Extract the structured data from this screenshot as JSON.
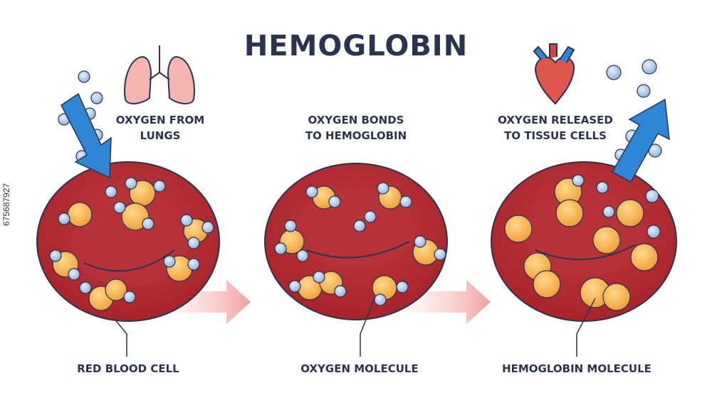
{
  "title": "HEMOGLOBIN",
  "captions": {
    "lungs": [
      "OXYGEN FROM",
      "LUNGS"
    ],
    "bonds": [
      "OXYGEN BONDS",
      "TO HEMOGLOBIN"
    ],
    "released": [
      "OXYGEN RELEASED",
      "TO TISSUE CELLS"
    ]
  },
  "labels": {
    "red_blood_cell": "RED BLOOD CELL",
    "oxygen_molecule": "OXYGEN MOLECULE",
    "hemoglobin_molecule": "HEMOGLOBIN MOLECULE"
  },
  "stock_id": "675687927",
  "colors": {
    "cell": "#a8242b",
    "cell_dark": "#7e1b22",
    "cell_outline": "#2a3350",
    "hemoglobin": "#f3a83e",
    "oxygen": "#a9c6ea",
    "arrow_blue": "#2f86d6",
    "arrow_pink": "#f7b6b4",
    "text": "#2a3350"
  },
  "icons": [
    "lungs-icon",
    "heart-icon"
  ]
}
